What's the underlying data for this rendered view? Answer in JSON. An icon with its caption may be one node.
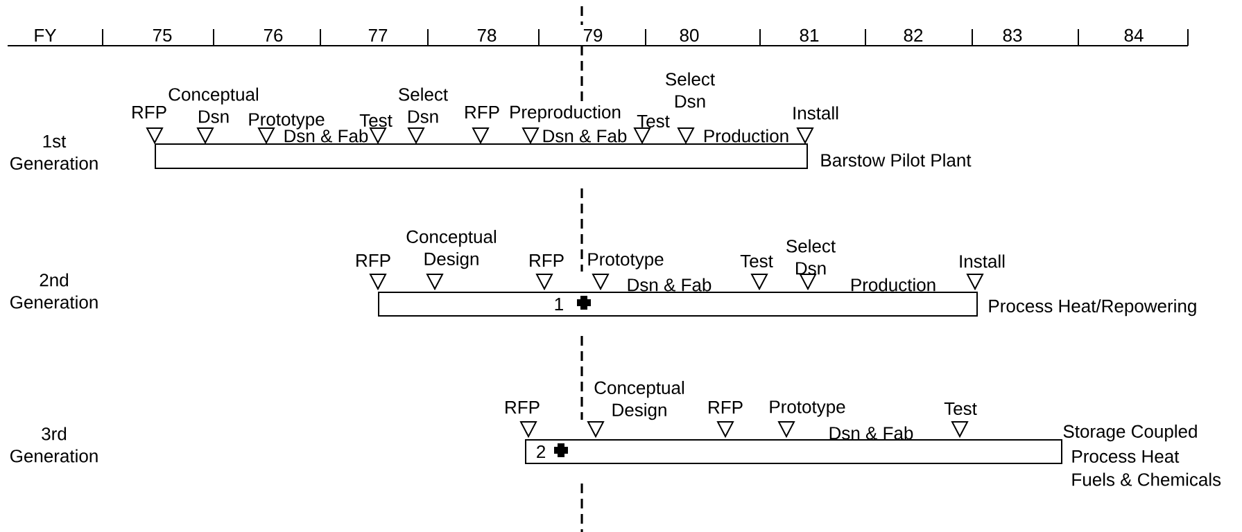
{
  "diagram": {
    "nodes": [
      {
        "text": [],
        "shape": "bar",
        "beside": [
          "Barstow Pilot Plant"
        ]
      },
      {
        "text": [
          "1"
        ],
        "beside": [
          "Process Heat/Repowering"
        ]
      },
      {
        "text": [
          "2"
        ],
        "beside": [
          "Storage Coupled",
          "Process Heat",
          "Fuels & Chemicals"
        ]
      }
    ],
    "labels": [
      "FY",
      "75",
      "76",
      "77",
      "78",
      "79",
      "80",
      "81",
      "82",
      "83",
      "84",
      "1st Generation",
      "RFP",
      "Conceptual Dsn",
      "Prototype",
      "Dsn & Fab",
      "Test",
      "Select Dsn",
      "RFP",
      "Preproduction",
      "Dsn & Fab",
      "Test",
      "Select Dsn",
      "Production",
      "Install",
      "2nd Generation",
      "RFP",
      "Conceptual Design",
      "RFP",
      "Prototype",
      "Dsn & Fab",
      "Test",
      "Select Dsn",
      "Production",
      "Install",
      "3rd Generation",
      "RFP",
      "Conceptual Design",
      "RFP",
      "Prototype",
      "Dsn & Fab",
      "Test"
    ]
  }
}
